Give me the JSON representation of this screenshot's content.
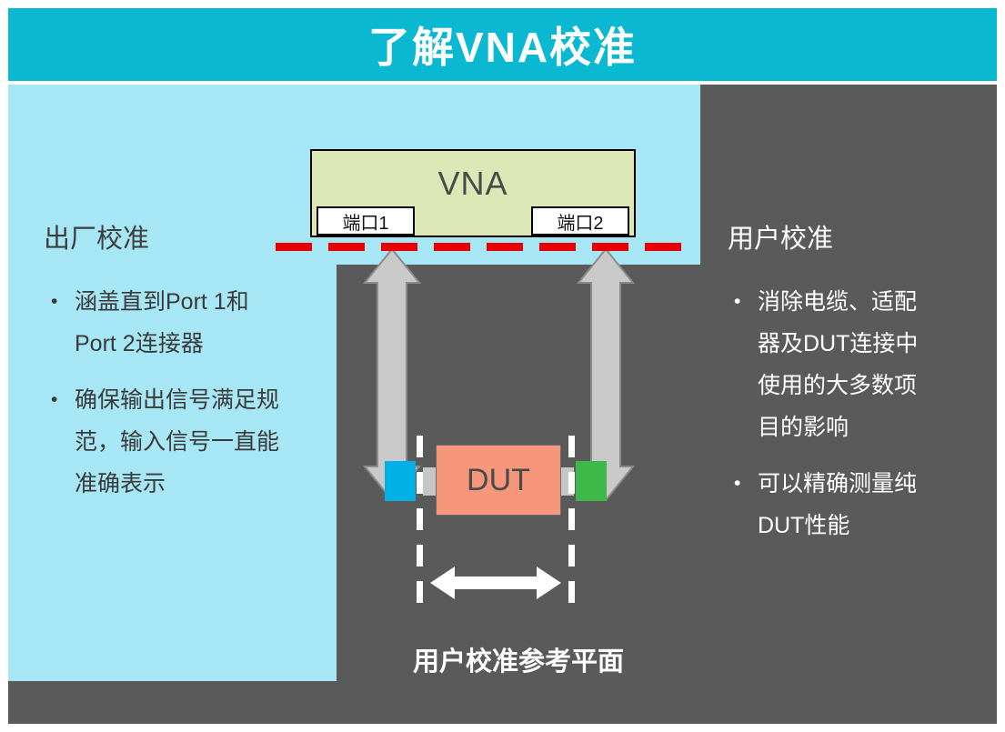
{
  "title": "了解VNA校准",
  "bullet_char": "•",
  "colors": {
    "banner": "#0bb8d2",
    "panel_light": "#a7e6f4",
    "panel_dark": "#5a5a5a",
    "vna_box": "#dbe7b4",
    "dut_box": "#f6977b",
    "reference_line_red": "#e60000",
    "port1_connector_cyan": "#00b0e6",
    "port2_connector_green": "#3cb948",
    "arrow_gray": "#c9c9c9",
    "title_text": "#ffffff"
  },
  "vna": {
    "label": "VNA",
    "port1_label": "端口1",
    "port2_label": "端口2"
  },
  "dut": {
    "label": "DUT"
  },
  "factory_cal": {
    "heading": "出厂校准",
    "bullets": [
      "涵盖直到Port 1和 Port 2连接器",
      "确保输出信号满足规范，输入信号一直能准确表示"
    ]
  },
  "user_cal": {
    "heading": "用户校准",
    "bullets": [
      "消除电缆、适配器及DUT连接中使用的大多数项目的影响",
      "可以精确测量纯DUT性能"
    ]
  },
  "reference_plane_caption": "用户校准参考平面"
}
